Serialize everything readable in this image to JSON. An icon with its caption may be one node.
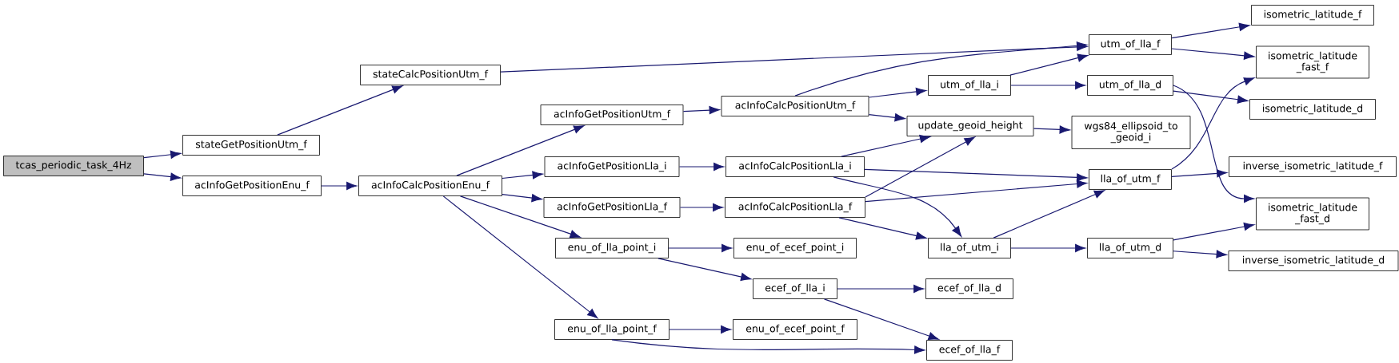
{
  "diagram": {
    "nodes": [
      {
        "text": [
          "tcas_periodic_task_4Hz"
        ]
      },
      {
        "text": [
          "stateGetPositionUtm_f"
        ]
      },
      {
        "text": [
          "acInfoGetPositionEnu_f"
        ]
      },
      {
        "text": [
          "stateCalcPositionUtm_f"
        ]
      },
      {
        "text": [
          "acInfoCalcPositionEnu_f"
        ]
      },
      {
        "text": [
          "acInfoGetPositionUtm_f"
        ]
      },
      {
        "text": [
          "acInfoGetPositionLla_i"
        ]
      },
      {
        "text": [
          "acInfoGetPositionLla_f"
        ]
      },
      {
        "text": [
          "enu_of_lla_point_i"
        ]
      },
      {
        "text": [
          "enu_of_lla_point_f"
        ]
      },
      {
        "text": [
          "acInfoCalcPositionUtm_f"
        ]
      },
      {
        "text": [
          "acInfoCalcPositionLla_i"
        ]
      },
      {
        "text": [
          "acInfoCalcPositionLla_f"
        ]
      },
      {
        "text": [
          "enu_of_ecef_point_i"
        ]
      },
      {
        "text": [
          "ecef_of_lla_i"
        ]
      },
      {
        "text": [
          "enu_of_ecef_point_f"
        ]
      },
      {
        "text": [
          "utm_of_lla_i"
        ]
      },
      {
        "text": [
          "update_geoid_height"
        ]
      },
      {
        "text": [
          "lla_of_utm_i"
        ]
      },
      {
        "text": [
          "ecef_of_lla_d"
        ]
      },
      {
        "text": [
          "ecef_of_lla_f"
        ]
      },
      {
        "text": [
          "utm_of_lla_f"
        ]
      },
      {
        "text": [
          "utm_of_lla_d"
        ]
      },
      {
        "text": [
          "wgs84_ellipsoid_to _geoid_i"
        ]
      },
      {
        "text": [
          "lla_of_utm_f"
        ]
      },
      {
        "text": [
          "lla_of_utm_d"
        ]
      },
      {
        "text": [
          "isometric_latitude_f"
        ]
      },
      {
        "text": [
          "isometric_latitude _fast_f"
        ]
      },
      {
        "text": [
          "isometric_latitude_d"
        ]
      },
      {
        "text": [
          "inverse_isometric_latitude_f"
        ]
      },
      {
        "text": [
          "isometric_latitude _fast_d"
        ]
      },
      {
        "text": [
          "inverse_isometric_latitude_d"
        ]
      }
    ],
    "edges": [
      {
        "from": 0,
        "to": 1,
        "arrow": "to"
      },
      {
        "from": 0,
        "to": 2,
        "arrow": "to"
      },
      {
        "from": 1,
        "to": 3,
        "arrow": "to"
      },
      {
        "from": 2,
        "to": 4,
        "arrow": "to"
      },
      {
        "from": 3,
        "to": 21,
        "arrow": "to"
      },
      {
        "from": 4,
        "to": 5,
        "arrow": "to"
      },
      {
        "from": 4,
        "to": 6,
        "arrow": "to"
      },
      {
        "from": 4,
        "to": 7,
        "arrow": "to"
      },
      {
        "from": 4,
        "to": 8,
        "arrow": "to"
      },
      {
        "from": 4,
        "to": 9,
        "arrow": "to"
      },
      {
        "from": 5,
        "to": 10,
        "arrow": "to"
      },
      {
        "from": 6,
        "to": 11,
        "arrow": "to"
      },
      {
        "from": 7,
        "to": 12,
        "arrow": "to"
      },
      {
        "from": 8,
        "to": 13,
        "arrow": "to"
      },
      {
        "from": 8,
        "to": 14,
        "arrow": "to"
      },
      {
        "from": 9,
        "to": 15,
        "arrow": "to"
      },
      {
        "from": 9,
        "to": 20,
        "arrow": "to"
      },
      {
        "from": 10,
        "to": 21,
        "arrow": "to"
      },
      {
        "from": 10,
        "to": 16,
        "arrow": "to"
      },
      {
        "from": 10,
        "to": 17,
        "arrow": "to"
      },
      {
        "from": 11,
        "to": 17,
        "arrow": "to"
      },
      {
        "from": 11,
        "to": 24,
        "arrow": "to"
      },
      {
        "from": 11,
        "to": 18,
        "arrow": "to"
      },
      {
        "from": 12,
        "to": 17,
        "arrow": "to"
      },
      {
        "from": 12,
        "to": 24,
        "arrow": "to"
      },
      {
        "from": 12,
        "to": 18,
        "arrow": "to"
      },
      {
        "from": 14,
        "to": 19,
        "arrow": "to"
      },
      {
        "from": 14,
        "to": 20,
        "arrow": "to"
      },
      {
        "from": 16,
        "to": 21,
        "arrow": "to"
      },
      {
        "from": 16,
        "to": 22,
        "arrow": "to"
      },
      {
        "from": 17,
        "to": 23,
        "arrow": "to"
      },
      {
        "from": 18,
        "to": 24,
        "arrow": "to"
      },
      {
        "from": 18,
        "to": 25,
        "arrow": "to"
      },
      {
        "from": 21,
        "to": 26,
        "arrow": "to"
      },
      {
        "from": 21,
        "to": 27,
        "arrow": "to"
      },
      {
        "from": 22,
        "to": 28,
        "arrow": "to"
      },
      {
        "from": 22,
        "to": 30,
        "arrow": "to"
      },
      {
        "from": 24,
        "to": 27,
        "arrow": "to"
      },
      {
        "from": 24,
        "to": 29,
        "arrow": "to"
      },
      {
        "from": 25,
        "to": 30,
        "arrow": "to"
      },
      {
        "from": 25,
        "to": 31,
        "arrow": "to"
      }
    ]
  }
}
